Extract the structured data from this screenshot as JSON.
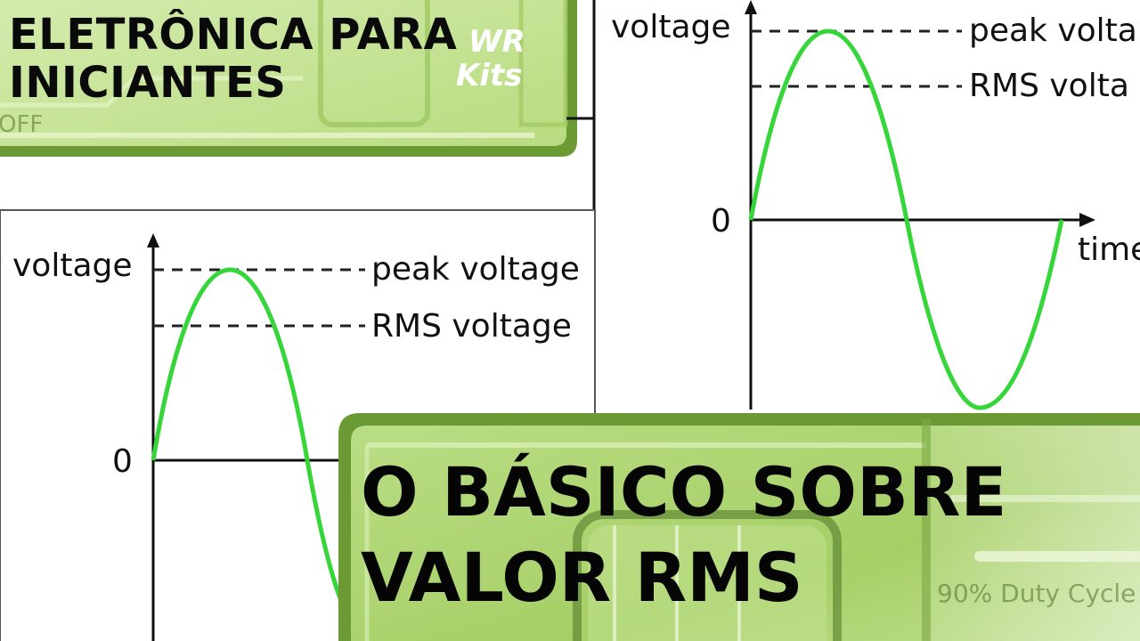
{
  "series_title": {
    "line1": "ELETRÔNICA PARA",
    "line2": "INICIANTES"
  },
  "logo": {
    "line1": "WR",
    "line2": "Kits"
  },
  "main_title": {
    "line1": "O BÁSICO SOBRE",
    "line2": "VALOR RMS"
  },
  "diagram_left": {
    "y_label": "voltage",
    "zero_label": "0",
    "peak_label": "peak voltage",
    "rms_label": "RMS voltage"
  },
  "diagram_right": {
    "y_label": "voltage",
    "zero_label": "0",
    "peak_label": "peak volta",
    "rms_label": "RMS volta",
    "x_label": "time"
  },
  "background_fragments": {
    "off_label": "OFF",
    "duty_cycle_label": "90% Duty Cycle"
  },
  "colors": {
    "wave": "#36d63a",
    "panel_light": "#c6e39a",
    "panel_mid": "#a9d06a",
    "panel_border": "#6b9a34",
    "panel_inner_line": "#e4f3c8"
  }
}
